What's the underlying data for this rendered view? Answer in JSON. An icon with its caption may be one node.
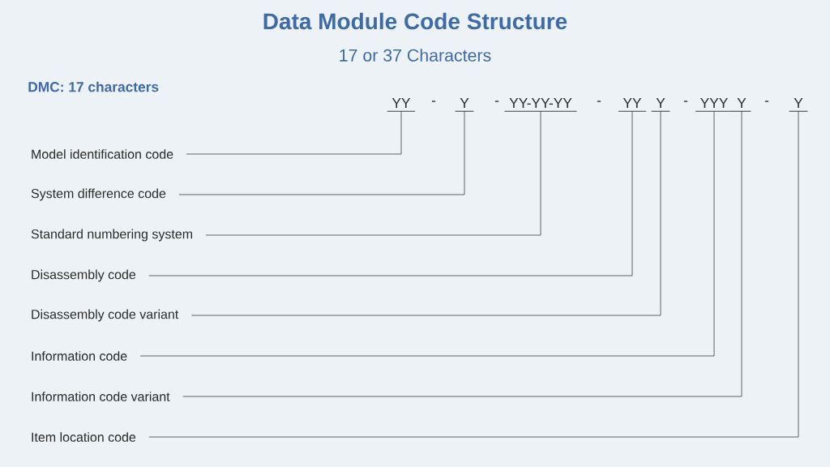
{
  "diagram": {
    "title": "Data Module Code Structure",
    "nodes": [
      {
        "text": [
          "YY"
        ]
      },
      {
        "text": [
          "Y"
        ]
      },
      {
        "text": [
          "YY-YY-YY"
        ]
      },
      {
        "text": [
          "YY"
        ]
      },
      {
        "text": [
          "Y"
        ]
      },
      {
        "text": [
          "YYY"
        ]
      },
      {
        "text": [
          "Y"
        ]
      },
      {
        "text": [
          "Y"
        ]
      },
      {
        "text": [
          "Model identification code"
        ]
      },
      {
        "text": [
          "System difference code"
        ]
      },
      {
        "text": [
          "Standard numbering system"
        ]
      },
      {
        "text": [
          "Disassembly code"
        ]
      },
      {
        "text": [
          "Disassembly code variant"
        ]
      },
      {
        "text": [
          "Information code"
        ]
      },
      {
        "text": [
          "Information code variant"
        ]
      },
      {
        "text": [
          "Item location code"
        ]
      }
    ],
    "edges": [
      {
        "from": 8,
        "to": 0,
        "arrow": "none"
      },
      {
        "from": 9,
        "to": 1,
        "arrow": "none"
      },
      {
        "from": 10,
        "to": 2,
        "arrow": "none"
      },
      {
        "from": 11,
        "to": 3,
        "arrow": "none"
      },
      {
        "from": 12,
        "to": 4,
        "arrow": "none"
      },
      {
        "from": 13,
        "to": 5,
        "arrow": "none"
      },
      {
        "from": 14,
        "to": 6,
        "arrow": "none"
      },
      {
        "from": 15,
        "to": 7,
        "arrow": "none"
      }
    ],
    "labels": [
      "17 or 37 Characters",
      "DMC: 17 characters",
      "-",
      "-",
      "-",
      "-",
      "-"
    ]
  }
}
